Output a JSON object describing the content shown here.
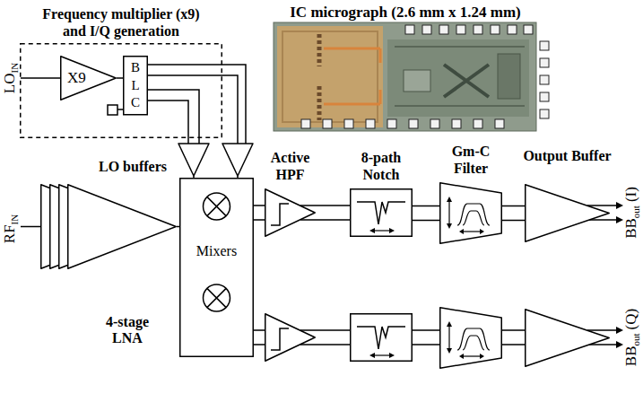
{
  "diagram": {
    "nodes": [
      {
        "text": [
          "Frequency multiplier (x9) and I/Q generation"
        ]
      },
      {
        "text": [
          "X9"
        ],
        "in": 0
      },
      {
        "text": [
          "BLC"
        ],
        "in": 0
      },
      {
        "text": [
          "Mixers"
        ]
      },
      {
        "text": [
          "4-stage LNA"
        ]
      },
      {
        "text": [
          "Active HPF"
        ]
      },
      {
        "text": [
          "8-path Notch"
        ]
      },
      {
        "text": [
          "Gm-C Filter"
        ]
      },
      {
        "text": [
          "Output Buffer"
        ]
      }
    ],
    "edges": [
      {
        "from": 1,
        "to": 2,
        "arrow": "none"
      },
      {
        "from": 2,
        "to": 3,
        "arrow": "none"
      },
      {
        "from": 4,
        "to": 3,
        "arrow": "none"
      },
      {
        "from": 3,
        "to": 5,
        "arrow": "none"
      },
      {
        "from": 5,
        "to": 6,
        "arrow": "none"
      },
      {
        "from": 6,
        "to": 7,
        "arrow": "none"
      },
      {
        "from": 7,
        "to": 8,
        "arrow": "none"
      }
    ],
    "labels": [
      "IC micrograph (2.6 mm x 1.24 mm)",
      "LO",
      "IN",
      "LO buffers",
      "RF",
      "IN",
      "BB",
      "out",
      "(I)",
      "BB",
      "out",
      "(Q)"
    ]
  }
}
